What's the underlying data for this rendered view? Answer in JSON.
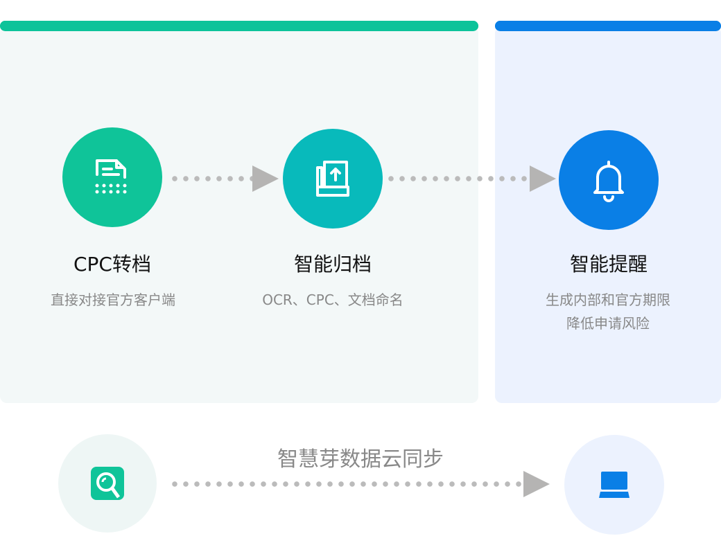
{
  "steps": [
    {
      "title": "CPC转档",
      "subtitle": "直接对接官方客户端",
      "icon": "document-scan-icon"
    },
    {
      "title": "智能归档",
      "subtitle": "OCR、CPC、文档命名",
      "icon": "archive-upload-icon"
    },
    {
      "title": "智能提醒",
      "subtitle_lines": [
        "生成内部和官方期限",
        "降低申请风险"
      ],
      "icon": "bell-icon"
    }
  ],
  "sync": {
    "label": "智慧芽数据云同步",
    "source_icon": "patsnap-search-icon",
    "target_icon": "laptop-icon"
  },
  "colors": {
    "green": "#0fc499",
    "teal": "#08babb",
    "blue": "#0a7fe6",
    "gray": "#b5b4b3"
  }
}
